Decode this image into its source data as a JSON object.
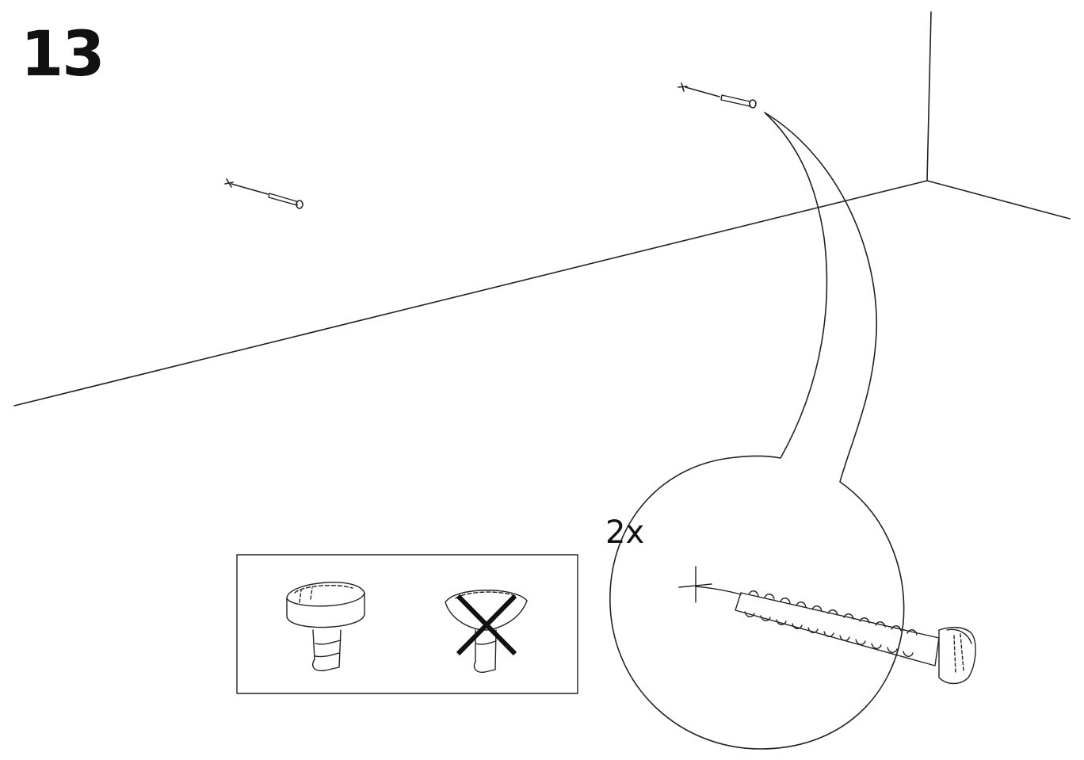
{
  "step": {
    "number": "13"
  },
  "detail": {
    "quantity": "2x"
  },
  "colors": {
    "line": "#222222",
    "background": "#ffffff"
  },
  "icons": [
    "wall-corner",
    "screw",
    "detail-callout",
    "correct-pan-head-screw-icon",
    "incorrect-countersunk-screw-icon",
    "cross-mark-icon"
  ]
}
